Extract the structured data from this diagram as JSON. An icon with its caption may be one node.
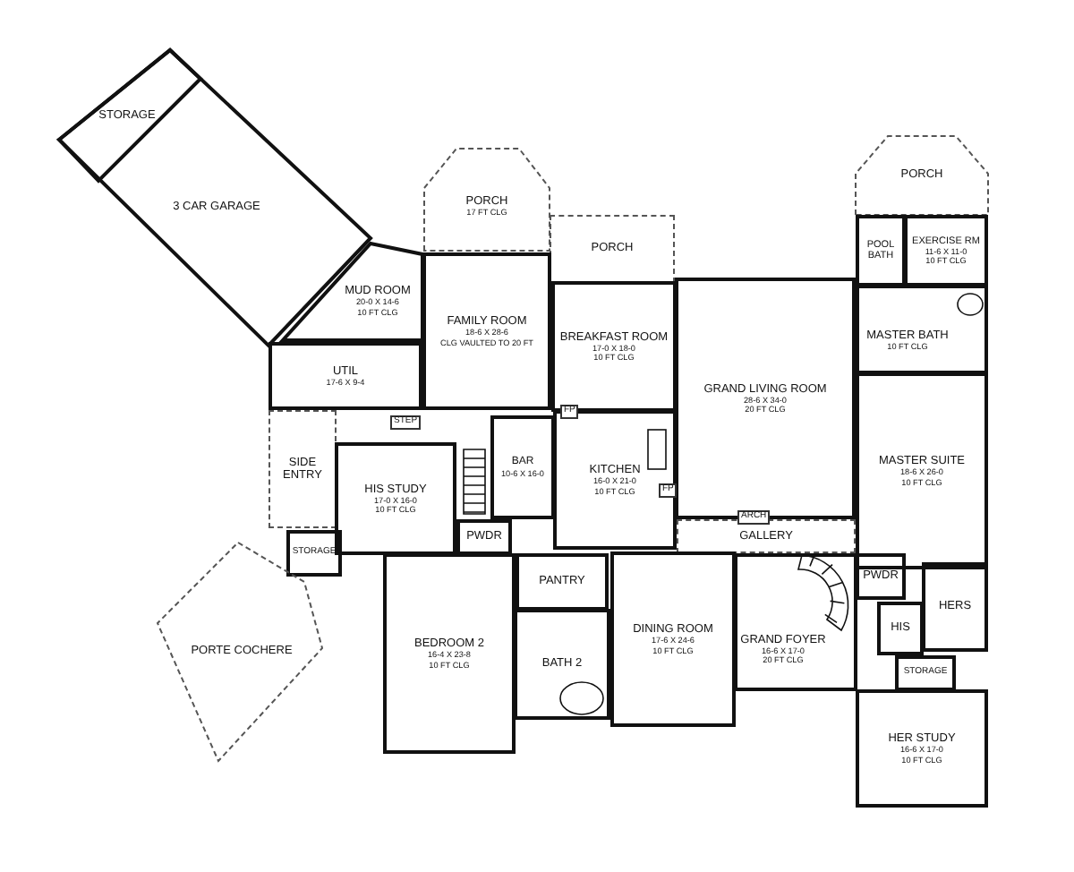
{
  "diagram": {
    "nodes": [
      {
        "text": [
          "STORAGE"
        ],
        "in": 1
      },
      {
        "text": [
          "3 CAR GARAGE"
        ]
      },
      {
        "text": [
          "PORCH",
          "17 FT CLG"
        ]
      },
      {
        "text": [
          "PORCH"
        ]
      },
      {
        "text": [
          "PORCH"
        ]
      },
      {
        "text": [
          "MUD ROOM",
          "20-0 X 14-6",
          "10 FT CLG"
        ]
      },
      {
        "text": [
          "FAMILY ROOM",
          "18-6 X 28-6",
          "CLG VAULTED TO 20 FT"
        ]
      },
      {
        "text": [
          "BREAKFAST ROOM",
          "17-0 X 18-0",
          "10 FT CLG"
        ]
      },
      {
        "text": [
          "UTIL",
          "17-6 X 9-4"
        ]
      },
      {
        "text": [
          "GRAND LIVING ROOM",
          "28-6 X 34-0",
          "20 FT CLG"
        ]
      },
      {
        "text": [
          "POOL BATH"
        ]
      },
      {
        "text": [
          "EXERCISE RM",
          "11-6 X 11-0",
          "10 FT CLG"
        ]
      },
      {
        "text": [
          "MASTER BATH",
          "10 FT CLG"
        ]
      },
      {
        "text": [
          "SIDE ENTRY"
        ]
      },
      {
        "text": [
          "HIS STUDY",
          "17-0 X 16-0",
          "10 FT CLG"
        ]
      },
      {
        "text": [
          "BAR",
          "10-6 X 16-0"
        ]
      },
      {
        "text": [
          "KITCHEN",
          "16-0 X 21-0",
          "10 FT CLG"
        ]
      },
      {
        "text": [
          "MASTER SUITE",
          "18-6 X 26-0",
          "10 FT CLG"
        ]
      },
      {
        "text": [
          "STORAGE"
        ]
      },
      {
        "text": [
          "PWDR"
        ]
      },
      {
        "text": [
          "GALLERY"
        ]
      },
      {
        "text": [
          "PORTE COCHERE"
        ]
      },
      {
        "text": [
          "PANTRY"
        ]
      },
      {
        "text": [
          "PWDR"
        ]
      },
      {
        "text": [
          "BEDROOM 2",
          "16-4 X 23-8",
          "10 FT CLG"
        ]
      },
      {
        "text": [
          "BATH 2"
        ]
      },
      {
        "text": [
          "DINING ROOM",
          "17-6 X 24-6",
          "10 FT CLG"
        ]
      },
      {
        "text": [
          "GRAND FOYER",
          "16-6 X 17-0",
          "20 FT CLG"
        ]
      },
      {
        "text": [
          "HIS"
        ]
      },
      {
        "text": [
          "HERS"
        ]
      },
      {
        "text": [
          "STORAGE"
        ]
      },
      {
        "text": [
          "HER STUDY",
          "16-6 X 17-0",
          "10 FT CLG"
        ]
      }
    ],
    "labels": [
      "STEP",
      "FP",
      "FP",
      "ARCH"
    ]
  }
}
